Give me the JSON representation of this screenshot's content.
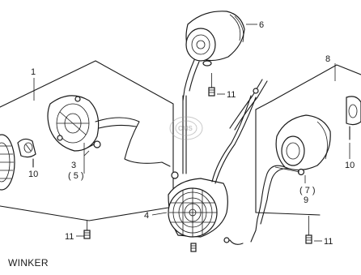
{
  "caption": "WINKER",
  "callouts": {
    "c1": "1",
    "c3": "3",
    "c5": "( 5 )",
    "c4": "4",
    "c6": "6",
    "c7": "( 7 )",
    "c8": "8",
    "c9": "9",
    "c10a": "10",
    "c10b": "10",
    "c11a": "11",
    "c11b": "11",
    "c11c": "11"
  },
  "colors": {
    "ink": "#1a1a1a",
    "watermark": "#9a9a9a"
  }
}
